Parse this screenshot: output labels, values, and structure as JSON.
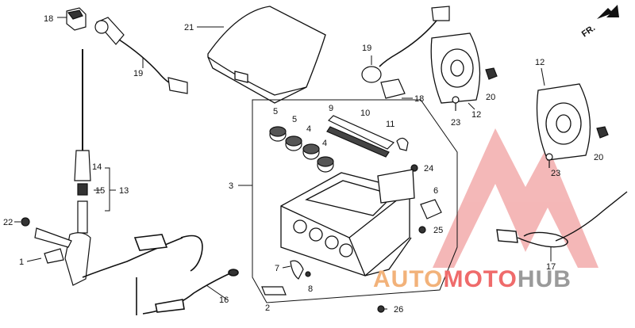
{
  "direction_label": "FR.",
  "watermark": {
    "part1": "AUTO",
    "part2": "MOTO",
    "part3": "HUB",
    "color1": "#f2b27a",
    "color2": "#ef6b6b",
    "color3": "#9a9a9a"
  },
  "labels": {
    "n18a": "18",
    "n19a": "19",
    "n21": "21",
    "n19b": "19",
    "n18b": "18",
    "n12a": "12",
    "n20a": "20",
    "n23a": "23",
    "n12b": "12",
    "n20b": "20",
    "n23b": "23",
    "n5a": "5",
    "n5b": "5",
    "n4a": "4",
    "n4b": "4",
    "n9": "9",
    "n10": "10",
    "n11": "11",
    "n24": "24",
    "n3": "3",
    "n6": "6",
    "n25": "25",
    "n14": "14",
    "n15": "15",
    "n13": "13",
    "n22": "22",
    "n1": "1",
    "n7": "7",
    "n8": "8",
    "n2": "2",
    "n16": "16",
    "n17": "17",
    "n26": "26"
  }
}
